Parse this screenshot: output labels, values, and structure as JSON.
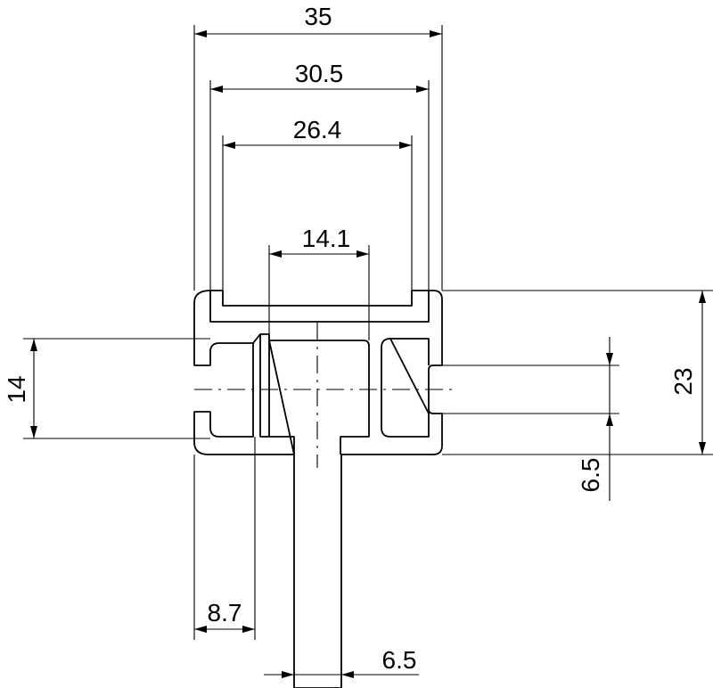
{
  "dimensions": {
    "overall_width": "35",
    "groove_outer_width": "30.5",
    "groove_inner_width": "26.4",
    "center_cavity_width": "14.1",
    "side_slot_height": "14",
    "profile_height": "23",
    "slot_opening": "6.5",
    "side_wall_width": "8.7",
    "stem_width": "6.5"
  }
}
